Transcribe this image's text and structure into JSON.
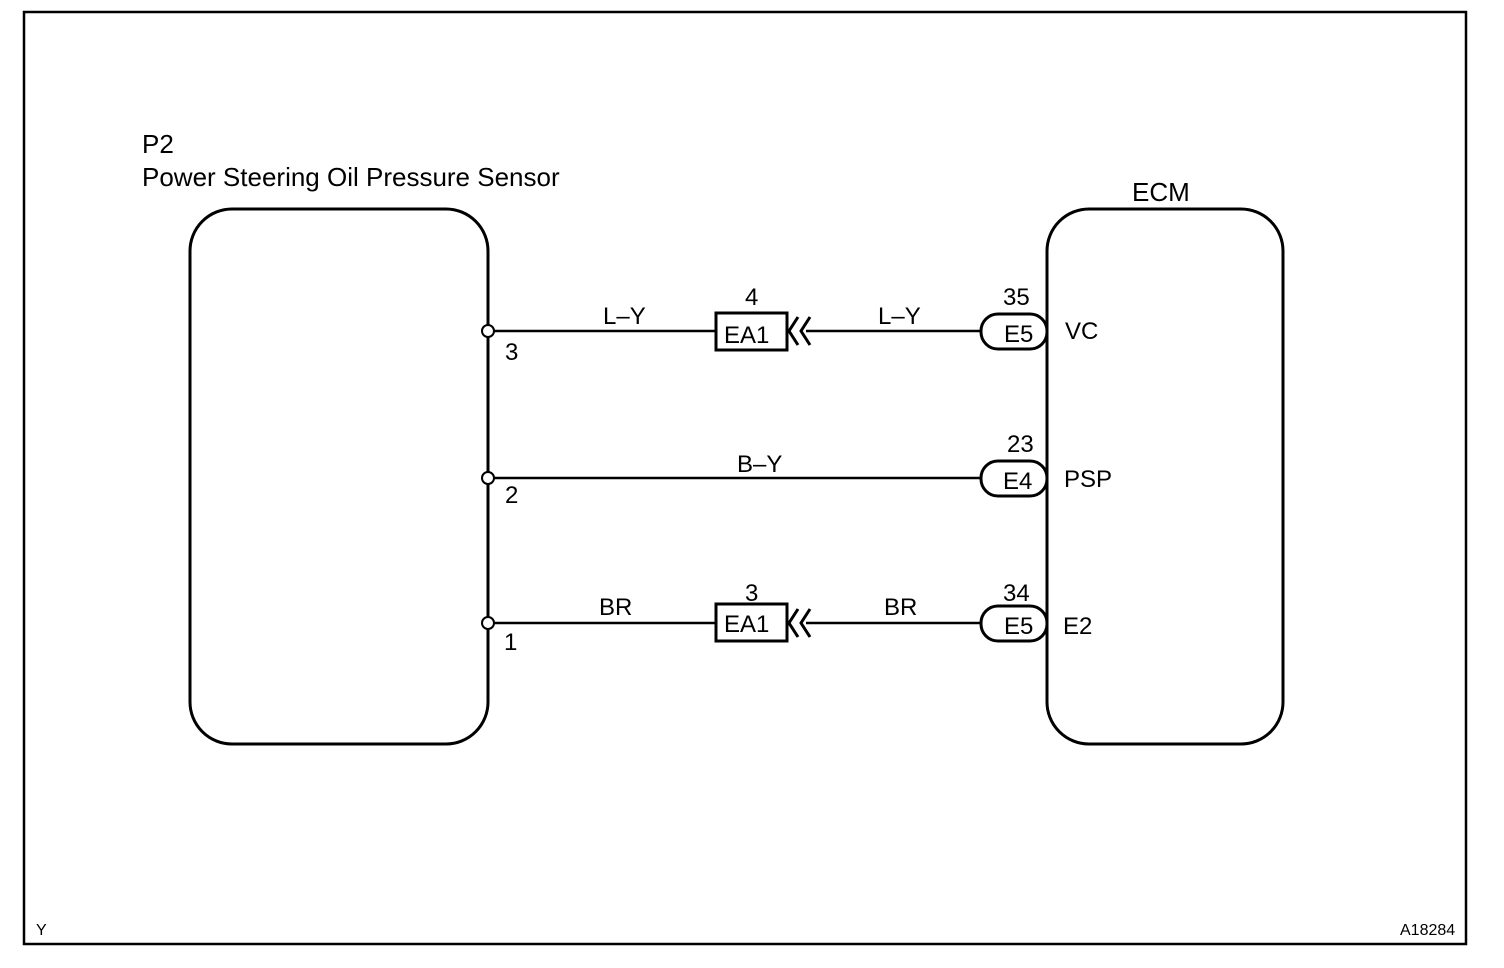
{
  "sensor": {
    "code": "P2",
    "name": "Power Steering Oil Pressure Sensor",
    "pins": [
      "3",
      "2",
      "1"
    ]
  },
  "ecm": {
    "name": "ECM",
    "pin_numbers": [
      "35",
      "23",
      "34"
    ],
    "connectors": [
      "E5",
      "E4",
      "E5"
    ],
    "terminals": [
      "VC",
      "PSP",
      "E2"
    ]
  },
  "wires": {
    "vc_left_color": "L–Y",
    "vc_right_color": "L–Y",
    "psp_color": "B–Y",
    "e2_left_color": "BR",
    "e2_right_color": "BR"
  },
  "junctions": {
    "vc": {
      "connector": "EA1",
      "pin": "4"
    },
    "e2": {
      "connector": "EA1",
      "pin": "3"
    }
  },
  "footer": {
    "corner_mark": "Y",
    "figure_id": "A18284"
  }
}
